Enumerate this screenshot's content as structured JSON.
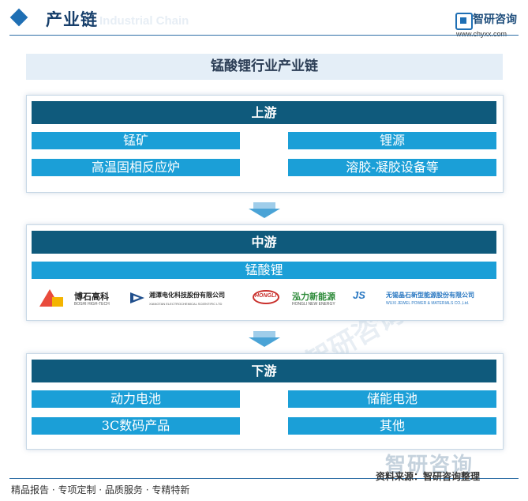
{
  "header": {
    "title": "产业链",
    "subtitle": "Industrial Chain",
    "brand_name": "智研咨询",
    "brand_url": "www.chyxx.com"
  },
  "main_title": "锰酸锂行业产业链",
  "upstream": {
    "title": "上游",
    "items": [
      "锰矿",
      "锂源",
      "高温固相反应炉",
      "溶胶-凝胶设备等"
    ]
  },
  "midstream": {
    "title": "中游",
    "product": "锰酸锂",
    "companies": [
      {
        "name": "博石高科",
        "sub": "BOSHI HIGH-TECH"
      },
      {
        "name": "湘潭电化科技股份有限公司",
        "sub": "XIANGTAN ELECTROCHEMICAL SCIENTIFIC LTD"
      },
      {
        "name": "泓力新能源",
        "sub": "HONGLI NEW ENERGY",
        "logo_text": "HONGLI"
      },
      {
        "name": "无锡晶石新型能源股份有限公司",
        "sub": "WUXI JEWEL POWER & MATERIALS CO.,Ltd.",
        "logo_text": "JS"
      }
    ]
  },
  "downstream": {
    "title": "下游",
    "items": [
      "动力电池",
      "储能电池",
      "3C数码产品",
      "其他"
    ]
  },
  "footer": {
    "left": "精品报告 · 专项定制 · 品质服务 · 专精特新",
    "source": "资料来源：智研咨询整理",
    "brand_watermark": "智研咨询"
  },
  "colors": {
    "section_header": "#0f5a7c",
    "item_box": "#1b9fd7",
    "arrow": "#4aa3d6",
    "title_bg": "#e4eef7"
  }
}
